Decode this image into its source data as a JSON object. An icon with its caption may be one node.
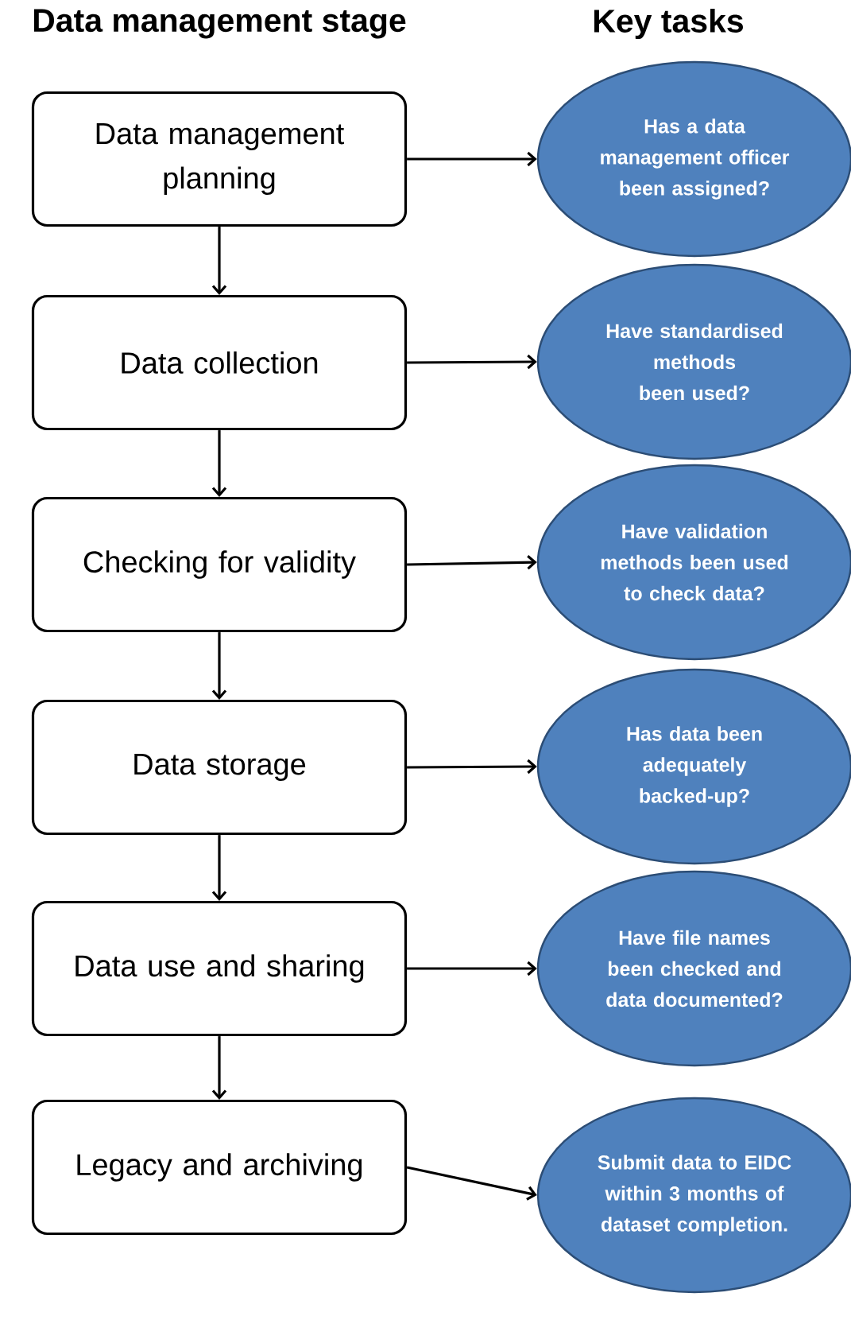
{
  "diagram": {
    "nodes": [
      {
        "text": [
          "Data management planning"
        ]
      },
      {
        "text": [
          "Has a data management officer been assigned?"
        ]
      },
      {
        "text": [
          "Data collection"
        ]
      },
      {
        "text": [
          "Have standardised methods been used?"
        ]
      },
      {
        "text": [
          "Checking for validity"
        ]
      },
      {
        "text": [
          "Have validation methods been used to check data?"
        ]
      },
      {
        "text": [
          "Data storage"
        ]
      },
      {
        "text": [
          "Has data been adequately backed-up?"
        ]
      },
      {
        "text": [
          "Data use and sharing"
        ]
      },
      {
        "text": [
          "Have file names been checked and data documented?"
        ]
      },
      {
        "text": [
          "Legacy and archiving"
        ]
      },
      {
        "text": [
          "Submit data to EIDC within 3 months of dataset completion."
        ]
      }
    ],
    "edges": [
      {
        "from": 0,
        "to": 1,
        "arrow": "to"
      },
      {
        "from": 0,
        "to": 2,
        "arrow": "to"
      },
      {
        "from": 2,
        "to": 3,
        "arrow": "to"
      },
      {
        "from": 2,
        "to": 4,
        "arrow": "to"
      },
      {
        "from": 4,
        "to": 5,
        "arrow": "to"
      },
      {
        "from": 4,
        "to": 6,
        "arrow": "to"
      },
      {
        "from": 6,
        "to": 7,
        "arrow": "to"
      },
      {
        "from": 6,
        "to": 8,
        "arrow": "to"
      },
      {
        "from": 8,
        "to": 9,
        "arrow": "to"
      },
      {
        "from": 8,
        "to": 10,
        "arrow": "to"
      },
      {
        "from": 10,
        "to": 11,
        "arrow": "to"
      }
    ],
    "labels": [
      "Data management stage",
      "Key tasks"
    ]
  }
}
